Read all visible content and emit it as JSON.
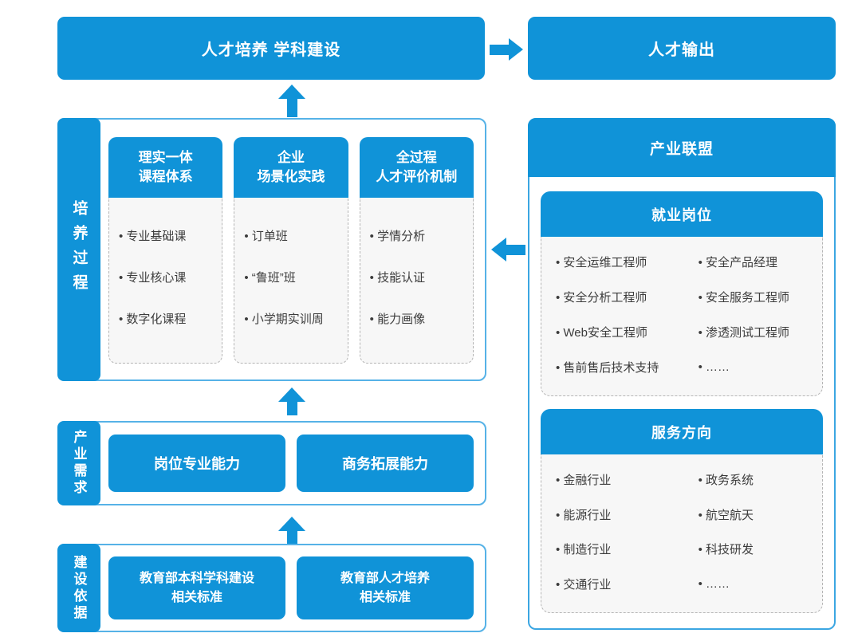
{
  "colors": {
    "primary_blue": "#1093d8",
    "panel_border_blue": "#56b2e7",
    "alliance_border_blue": "#3ba6e2",
    "item_background": "#f7f7f7",
    "dashed_border_gray": "#b5b5b5",
    "item_text": "#3c3c3c"
  },
  "top_row": {
    "cultivation_box": "人才培养 学科建设",
    "output_box": "人才输出"
  },
  "process": {
    "label": "培养过程",
    "columns": [
      {
        "header": "理实一体\n课程体系",
        "items": [
          "专业基础课",
          "专业核心课",
          "数字化课程"
        ]
      },
      {
        "header": "企业\n场景化实践",
        "items": [
          "订单班",
          "“鲁班”班",
          "小学期实训周"
        ]
      },
      {
        "header": "全过程\n人才评价机制",
        "items": [
          "学情分析",
          "技能认证",
          "能力画像"
        ]
      }
    ]
  },
  "demand": {
    "label": "产业需求",
    "boxes": [
      "岗位专业能力",
      "商务拓展能力"
    ]
  },
  "basis": {
    "label": "建设依据",
    "boxes": [
      "教育部本科学科建设\n相关标准",
      "教育部人才培养\n相关标准"
    ]
  },
  "alliance": {
    "title": "产业联盟",
    "groups": [
      {
        "title": "就业岗位",
        "left_items": [
          "安全运维工程师",
          "安全分析工程师",
          "Web安全工程师",
          "售前售后技术支持"
        ],
        "right_items": [
          "安全产品经理",
          "安全服务工程师",
          "渗透测试工程师",
          "……"
        ]
      },
      {
        "title": "服务方向",
        "left_items": [
          "金融行业",
          "能源行业",
          "制造行业",
          "交通行业"
        ],
        "right_items": [
          "政务系统",
          "航空航天",
          "科技研发",
          "……"
        ]
      }
    ]
  }
}
